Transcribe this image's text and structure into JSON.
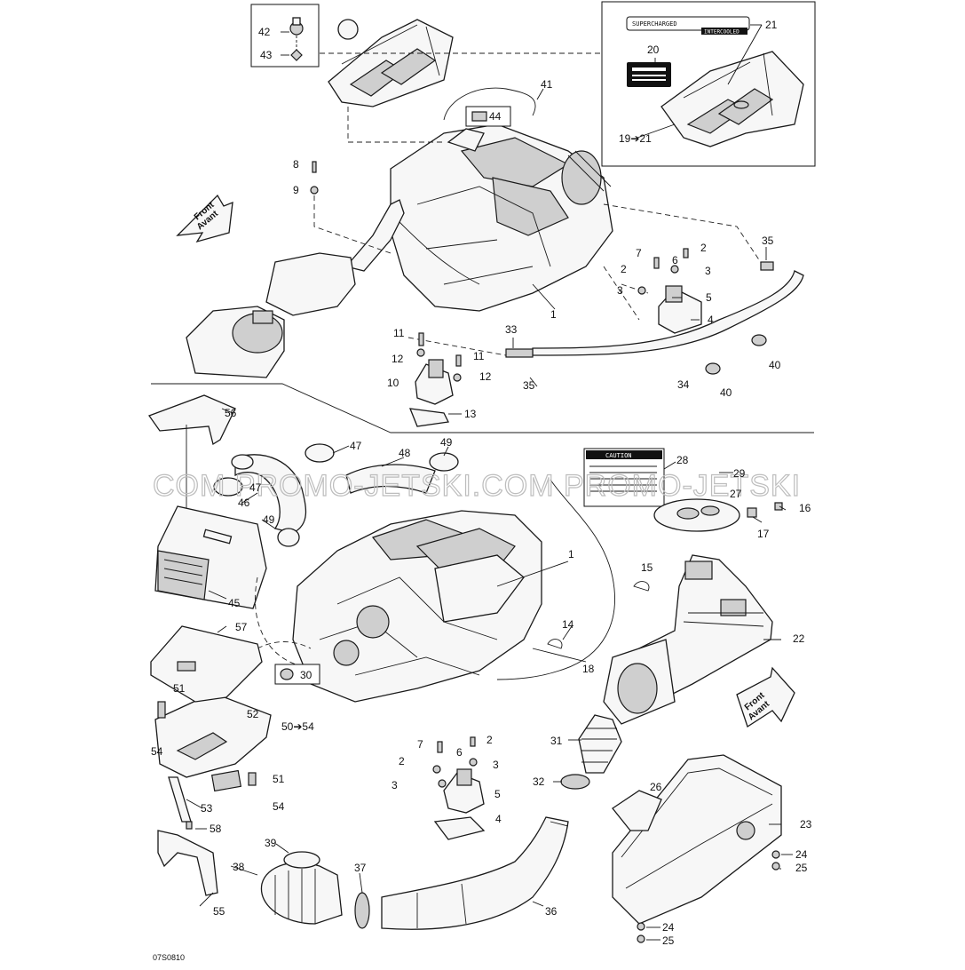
{
  "diagram": {
    "code": "07S0810",
    "watermark": "COM PROMO-JETSKI.COM PROMO-JETSKI",
    "front_arrow": {
      "line1": "Front",
      "line2": "Avant"
    },
    "decals": {
      "supercharged": "SUPERCHARGED",
      "intercooled": "INTERCOOLED",
      "caution": "CAUTION"
    },
    "callouts": [
      "42",
      "43",
      "41",
      "44",
      "20",
      "21",
      "19➔21",
      "8",
      "9",
      "35",
      "7",
      "2",
      "6",
      "2",
      "3",
      "3",
      "5",
      "4",
      "1",
      "33",
      "11",
      "11",
      "12",
      "12",
      "10",
      "13",
      "35",
      "34",
      "40",
      "40",
      "56",
      "47",
      "47",
      "48",
      "49",
      "46",
      "49",
      "45",
      "57",
      "28",
      "29",
      "27",
      "16",
      "17",
      "1",
      "15",
      "14",
      "18",
      "22",
      "30",
      "51",
      "52",
      "50➔54",
      "54",
      "51",
      "54",
      "53",
      "58",
      "55",
      "7",
      "2",
      "6",
      "2",
      "3",
      "3",
      "5",
      "4",
      "31",
      "32",
      "26",
      "23",
      "24",
      "25",
      "39",
      "38",
      "37",
      "36",
      "24",
      "25"
    ]
  }
}
